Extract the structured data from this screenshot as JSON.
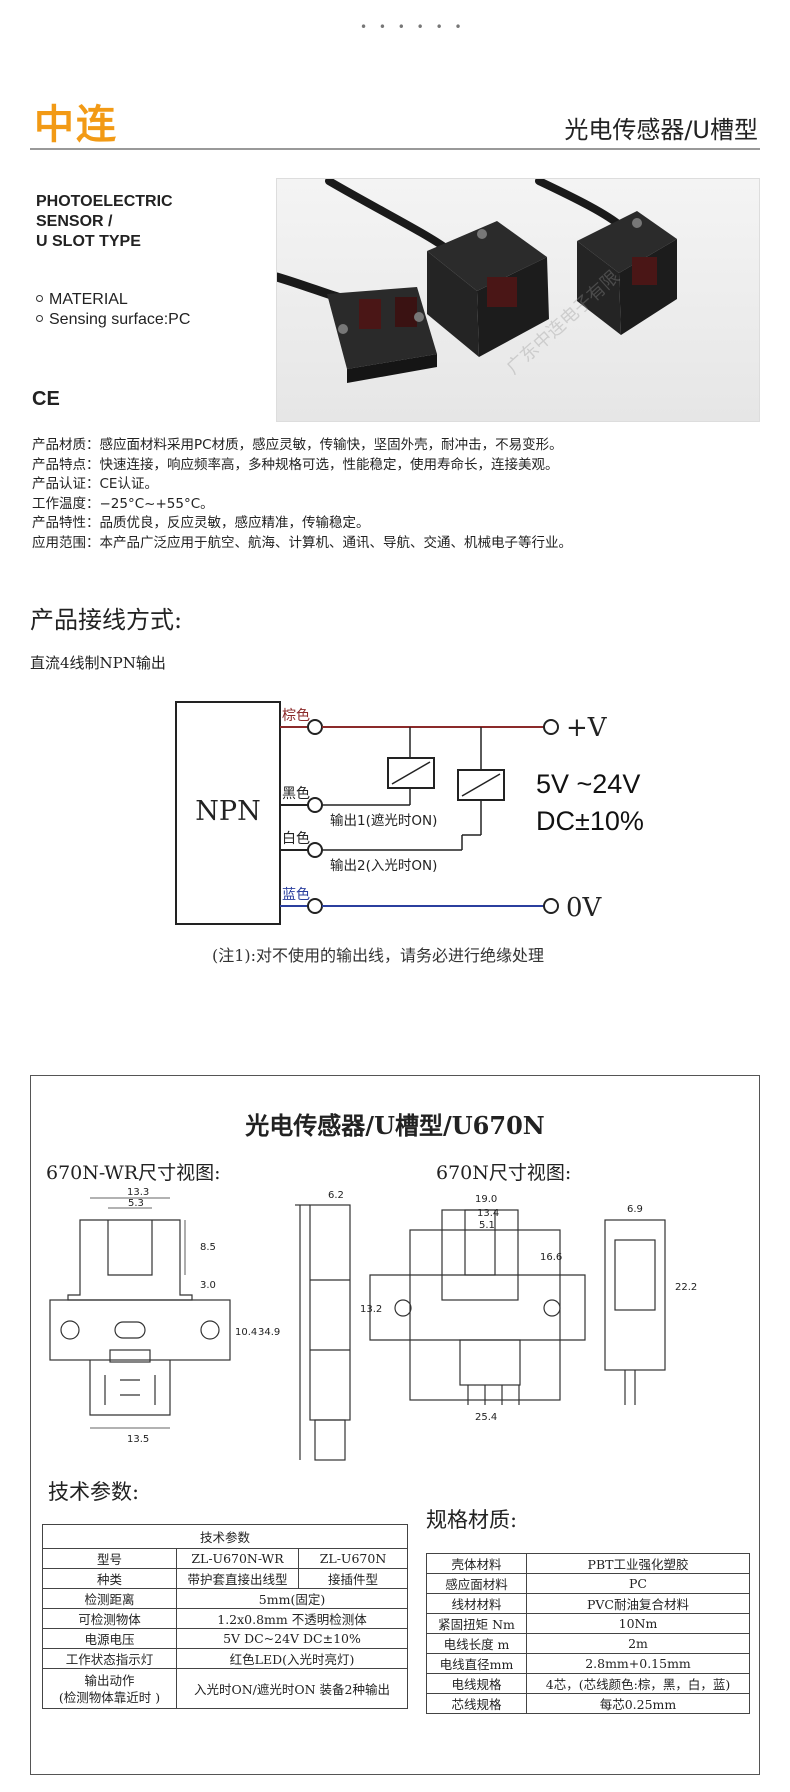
{
  "header": {
    "dots": "• • • • • •",
    "brand": "中连",
    "title": "光电传感器/U槽型"
  },
  "intro": {
    "eng_title": [
      "PHOTOELECTRIC",
      "SENSOR /",
      "U SLOT TYPE"
    ],
    "bullets": [
      "MATERIAL",
      "Sensing surface:PC"
    ],
    "ce_mark": "CE",
    "watermark": "广东中连电子有限"
  },
  "product_specs": [
    "产品材质：感应面材料采用PC材质，感应灵敏，传输快，坚固外壳，耐冲击，不易变形。",
    "产品特点：快速连接，响应频率高，多种规格可选，性能稳定，使用寿命长，连接美观。",
    "产品认证：CE认证。",
    "工作温度：−25°C~+55°C。",
    "产品特性：品质优良，反应灵敏，感应精准，传输稳定。",
    "应用范围：本产品广泛应用于航空、航海、计算机、通讯、导航、交通、机械电子等行业。"
  ],
  "wiring": {
    "heading": "产品接线方式:",
    "subheading": "直流4线制NPN输出",
    "box_label": "NPN",
    "wire_brown": "棕色",
    "wire_black": "黑色",
    "wire_white": "白色",
    "wire_blue": "蓝色",
    "output1": "输出1(遮光时ON)",
    "output2": "输出2(入光时ON)",
    "plus_v": "+V",
    "zero_v": "0V",
    "voltage": "5V ~24V",
    "tolerance": "DC±10%",
    "note": "(注1):对不使用的输出线，请务必进行绝缘处理",
    "colors": {
      "brown": "#8b2a2a",
      "blue": "#2b3f9e"
    }
  },
  "dimensions": {
    "title": "光电传感器/U槽型/U670N",
    "left_view": "670N-WR尺寸视图:",
    "right_view": "670N尺寸视图:",
    "left_dims": [
      "13.3",
      "5.3",
      "8.5",
      "3.0",
      "10.4",
      "13.5",
      "6.2",
      "34.9"
    ],
    "right_dims": [
      "19.0",
      "13.4",
      "5.1",
      "16.6",
      "13.2",
      "25.4",
      "6.9",
      "22.2"
    ]
  },
  "tech_params": {
    "heading": "技术参数:",
    "caption": "技术参数",
    "rows": [
      [
        "型号",
        "ZL-U670N-WR",
        "ZL-U670N"
      ],
      [
        "种类",
        "带护套直接出线型",
        "接插件型"
      ],
      [
        "检测距离",
        "5mm(固定)"
      ],
      [
        "可检测物体",
        "1.2x0.8mm 不透明检测体"
      ],
      [
        "电源电压",
        "5V DC~24V DC±10%"
      ],
      [
        "工作状态指示灯",
        "红色LED(入光时亮灯)"
      ],
      [
        "输出动作",
        "入光时ON/遮光时ON 装备2种输出"
      ]
    ],
    "row7_sub": "(检测物体靠近时 )"
  },
  "materials": {
    "heading": "规格材质:",
    "rows": [
      [
        "壳体材料",
        "PBT工业强化塑胶"
      ],
      [
        "感应面材料",
        "PC"
      ],
      [
        "线材材料",
        "PVC耐油复合材料"
      ],
      [
        "紧固扭矩 Nm",
        "10Nm"
      ],
      [
        "电线长度 m",
        "2m"
      ],
      [
        "电线直径mm",
        "2.8mm+0.15mm"
      ],
      [
        "电线规格",
        "4芯，(芯线颜色:棕，黑，白，蓝)"
      ],
      [
        "芯线规格",
        "每芯0.25mm"
      ]
    ]
  }
}
